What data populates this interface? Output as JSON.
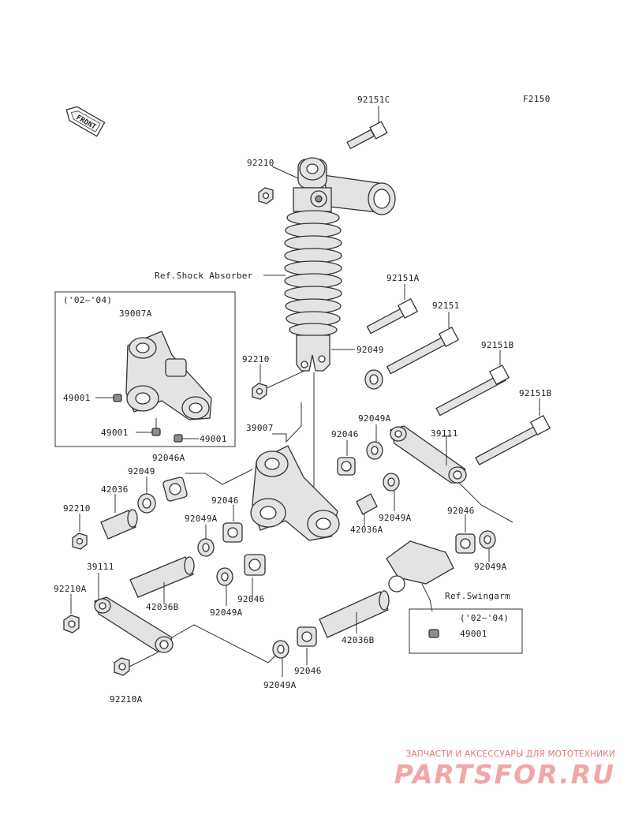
{
  "figure_code": "F2150",
  "front_label": "FRONT",
  "references": {
    "shock_absorber": "Ref.Shock Absorber",
    "swingarm": "Ref.Swingarm"
  },
  "insets": {
    "linkage": {
      "years": "('02~'04)",
      "part": "39007A",
      "bolts": [
        "49001",
        "49001",
        "49001"
      ]
    },
    "swingarm": {
      "years": "('02~'04)",
      "part": "49001"
    }
  },
  "callouts": {
    "bolt_top": "92151C",
    "nut_top": "92210",
    "bolt_a": "92151A",
    "bolt_plain": "92151",
    "bolt_b1": "92151B",
    "bolt_b2": "92151B",
    "washer_shock": "92049",
    "nut_mid": "92210",
    "rocker": "39007",
    "washer_a_rod": "92049A",
    "bushing_mid": "92046",
    "rod_right": "39111",
    "bushing_a": "92046A",
    "washer_left": "92049",
    "collar_left": "42036",
    "bushing_center": "92046",
    "washer_a_center": "92049A",
    "washer_a_right": "92049A",
    "collar_a": "42036A",
    "bushing_right": "92046",
    "washer_a_right2": "92049A",
    "nut_left": "92210",
    "rod_left": "39111",
    "nut_a_left": "92210A",
    "collar_b_left": "42036B",
    "washer_a_low": "92049A",
    "bushing_low": "92046",
    "collar_b_right": "42036B",
    "bushing_bottom": "92046",
    "washer_a_bottom": "92049A",
    "nut_a_bottom": "92210A"
  },
  "watermark": {
    "tagline": "ЗАПЧАСТИ И АКСЕССУАРЫ ДЛЯ МОТОТЕХНИКИ",
    "brand": "PARTSFOR.RU"
  }
}
